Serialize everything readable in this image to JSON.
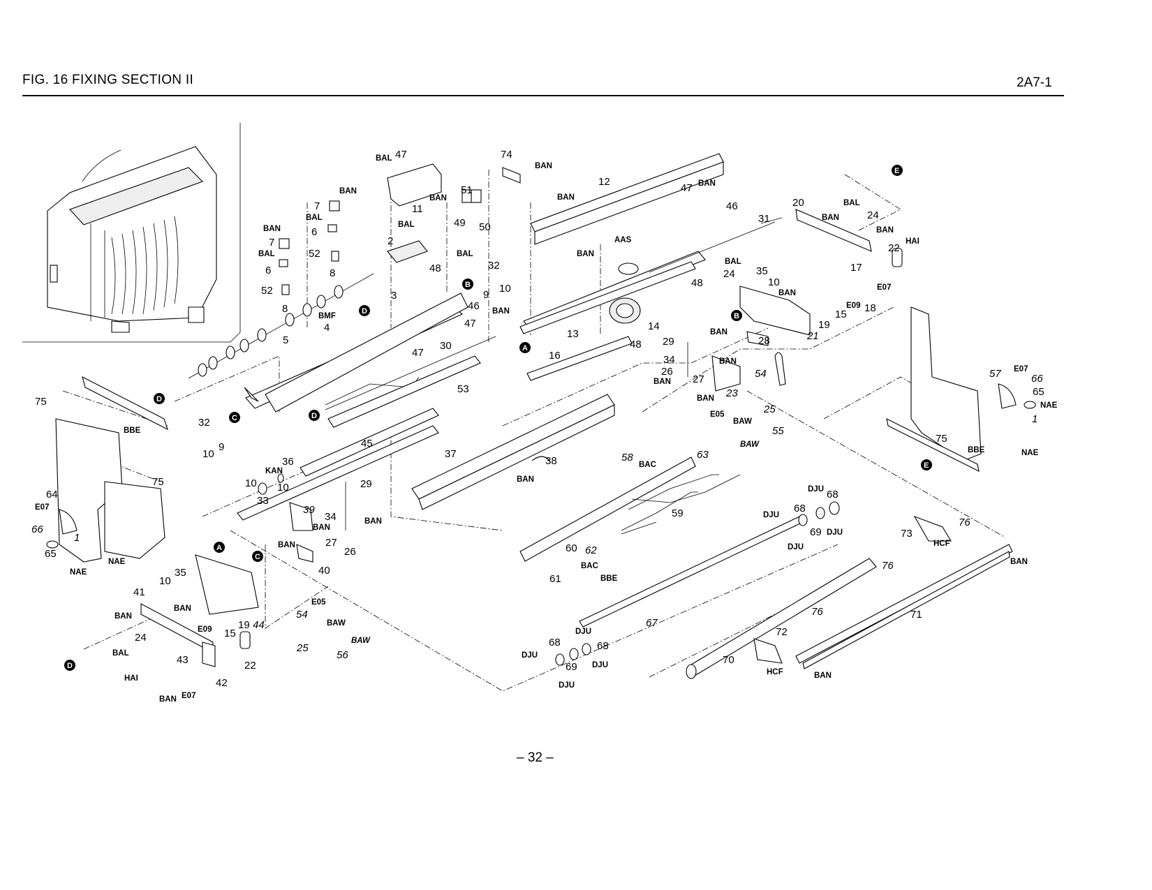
{
  "header": {
    "title": "FIG. 16  FIXING SECTION II",
    "code": "2A7-1"
  },
  "footer": {
    "page_number": "– 32 –"
  },
  "badges": {
    "A": "A",
    "B": "B",
    "C": "C",
    "D": "D",
    "E": "E"
  },
  "screw_codes": {
    "BAL": "BAL",
    "BAN": "BAN",
    "AAS": "AAS",
    "BMF": "BMF",
    "KAN": "KAN",
    "BBE": "BBE",
    "NAE": "NAE",
    "E07": "E07",
    "E09": "E09",
    "E05": "E05",
    "BAW": "BAW",
    "HAI": "HAI",
    "BAC": "BAC",
    "DJU": "DJU",
    "HCF": "HCF"
  },
  "callouts": {
    "n1": "1",
    "n2": "2",
    "n3": "3",
    "n4": "4",
    "n5": "5",
    "n6": "6",
    "n7": "7",
    "n8": "8",
    "n9": "9",
    "n10": "10",
    "n11": "11",
    "n12": "12",
    "n13": "13",
    "n14": "14",
    "n15": "15",
    "n16": "16",
    "n17": "17",
    "n18": "18",
    "n19": "19",
    "n20": "20",
    "n21": "21",
    "n22": "22",
    "n23": "23",
    "n24": "24",
    "n25": "25",
    "n26": "26",
    "n27": "27",
    "n28": "28",
    "n29": "29",
    "n30": "30",
    "n31": "31",
    "n32": "32",
    "n33": "33",
    "n34": "34",
    "n35": "35",
    "n36": "36",
    "n37": "37",
    "n38": "38",
    "n39": "39",
    "n40": "40",
    "n41": "41",
    "n42": "42",
    "n43": "43",
    "n44": "44",
    "n45": "45",
    "n46": "46",
    "n47": "47",
    "n48": "48",
    "n49": "49",
    "n50": "50",
    "n51": "51",
    "n52": "52",
    "n53": "53",
    "n54": "54",
    "n55": "55",
    "n56": "56",
    "n57": "57",
    "n58": "58",
    "n59": "59",
    "n60": "60",
    "n61": "61",
    "n62": "62",
    "n63": "63",
    "n64": "64",
    "n65": "65",
    "n66": "66",
    "n67": "67",
    "n68": "68",
    "n69": "69",
    "n70": "70",
    "n71": "71",
    "n72": "72",
    "n73": "73",
    "n74": "74",
    "n75": "75",
    "n76": "76"
  }
}
